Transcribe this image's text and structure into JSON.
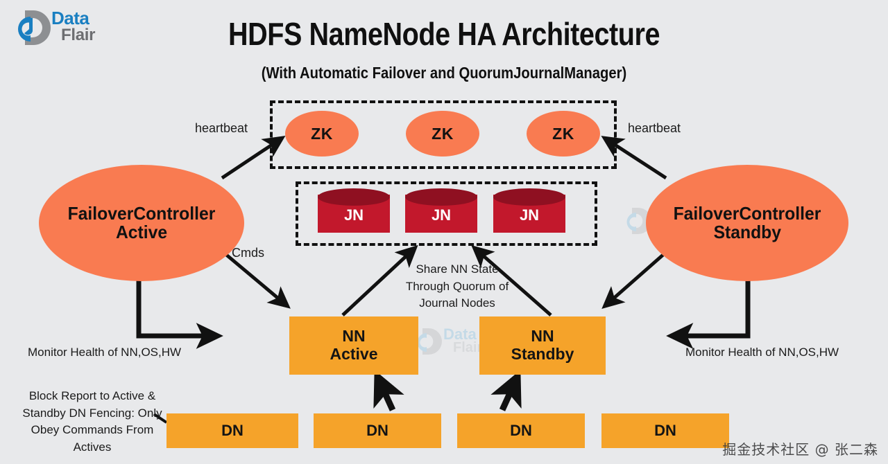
{
  "brand": {
    "logo_icon": "dataflair-logo-icon",
    "name_part1": "Data",
    "name_part2": "Flair"
  },
  "header": {
    "title": "HDFS NameNode HA Architecture",
    "subtitle": "(With Automatic Failover and QuorumJournalManager)"
  },
  "watermark": {
    "diagram_text1": "Data",
    "diagram_text2": "Flair",
    "footer": "掘金技术社区 @ 张二森"
  },
  "colors": {
    "background": "#e8e9eb",
    "zookeeper_orange": "#f97b51",
    "namenode_amber": "#f5a32a",
    "journalnode_red": "#c2182c",
    "journalnode_red_dark": "#8f1021",
    "stroke_black": "#111111",
    "logo_blue": "#1a7fc1",
    "logo_gray": "#6d6e71"
  },
  "zookeeper_group": {
    "container": "zookeeper-ensemble-dashed-box",
    "nodes": [
      {
        "id": "zk1",
        "label": "ZK"
      },
      {
        "id": "zk2",
        "label": "ZK"
      },
      {
        "id": "zk3",
        "label": "ZK"
      }
    ]
  },
  "journalnode_group": {
    "container": "journalnode-quorum-dashed-box",
    "nodes": [
      {
        "id": "jn1",
        "label": "JN"
      },
      {
        "id": "jn2",
        "label": "JN"
      },
      {
        "id": "jn3",
        "label": "JN"
      }
    ]
  },
  "failover_controllers": {
    "active": {
      "line1": "FailoverController",
      "line2": "Active"
    },
    "standby": {
      "line1": "FailoverController",
      "line2": "Standby"
    }
  },
  "namenodes": {
    "active": {
      "line1": "NN",
      "line2": "Active"
    },
    "standby": {
      "line1": "NN",
      "line2": "Standby"
    }
  },
  "datanodes": [
    {
      "id": "dn1",
      "label": "DN"
    },
    {
      "id": "dn2",
      "label": "DN"
    },
    {
      "id": "dn3",
      "label": "DN"
    },
    {
      "id": "dn4",
      "label": "DN"
    }
  ],
  "edge_labels": {
    "heartbeat_left": "heartbeat",
    "heartbeat_right": "heartbeat",
    "cmds": "Cmds",
    "share_state": "Share NN State\nThrough Quorum of\nJournal Nodes",
    "monitor_left": "Monitor Health of NN,OS,HW",
    "monitor_right": "Monitor Health of NN,OS,HW",
    "block_report": "Block Report to Active &\nStandby DN Fencing: Only\nObey Commands From\nActives"
  }
}
